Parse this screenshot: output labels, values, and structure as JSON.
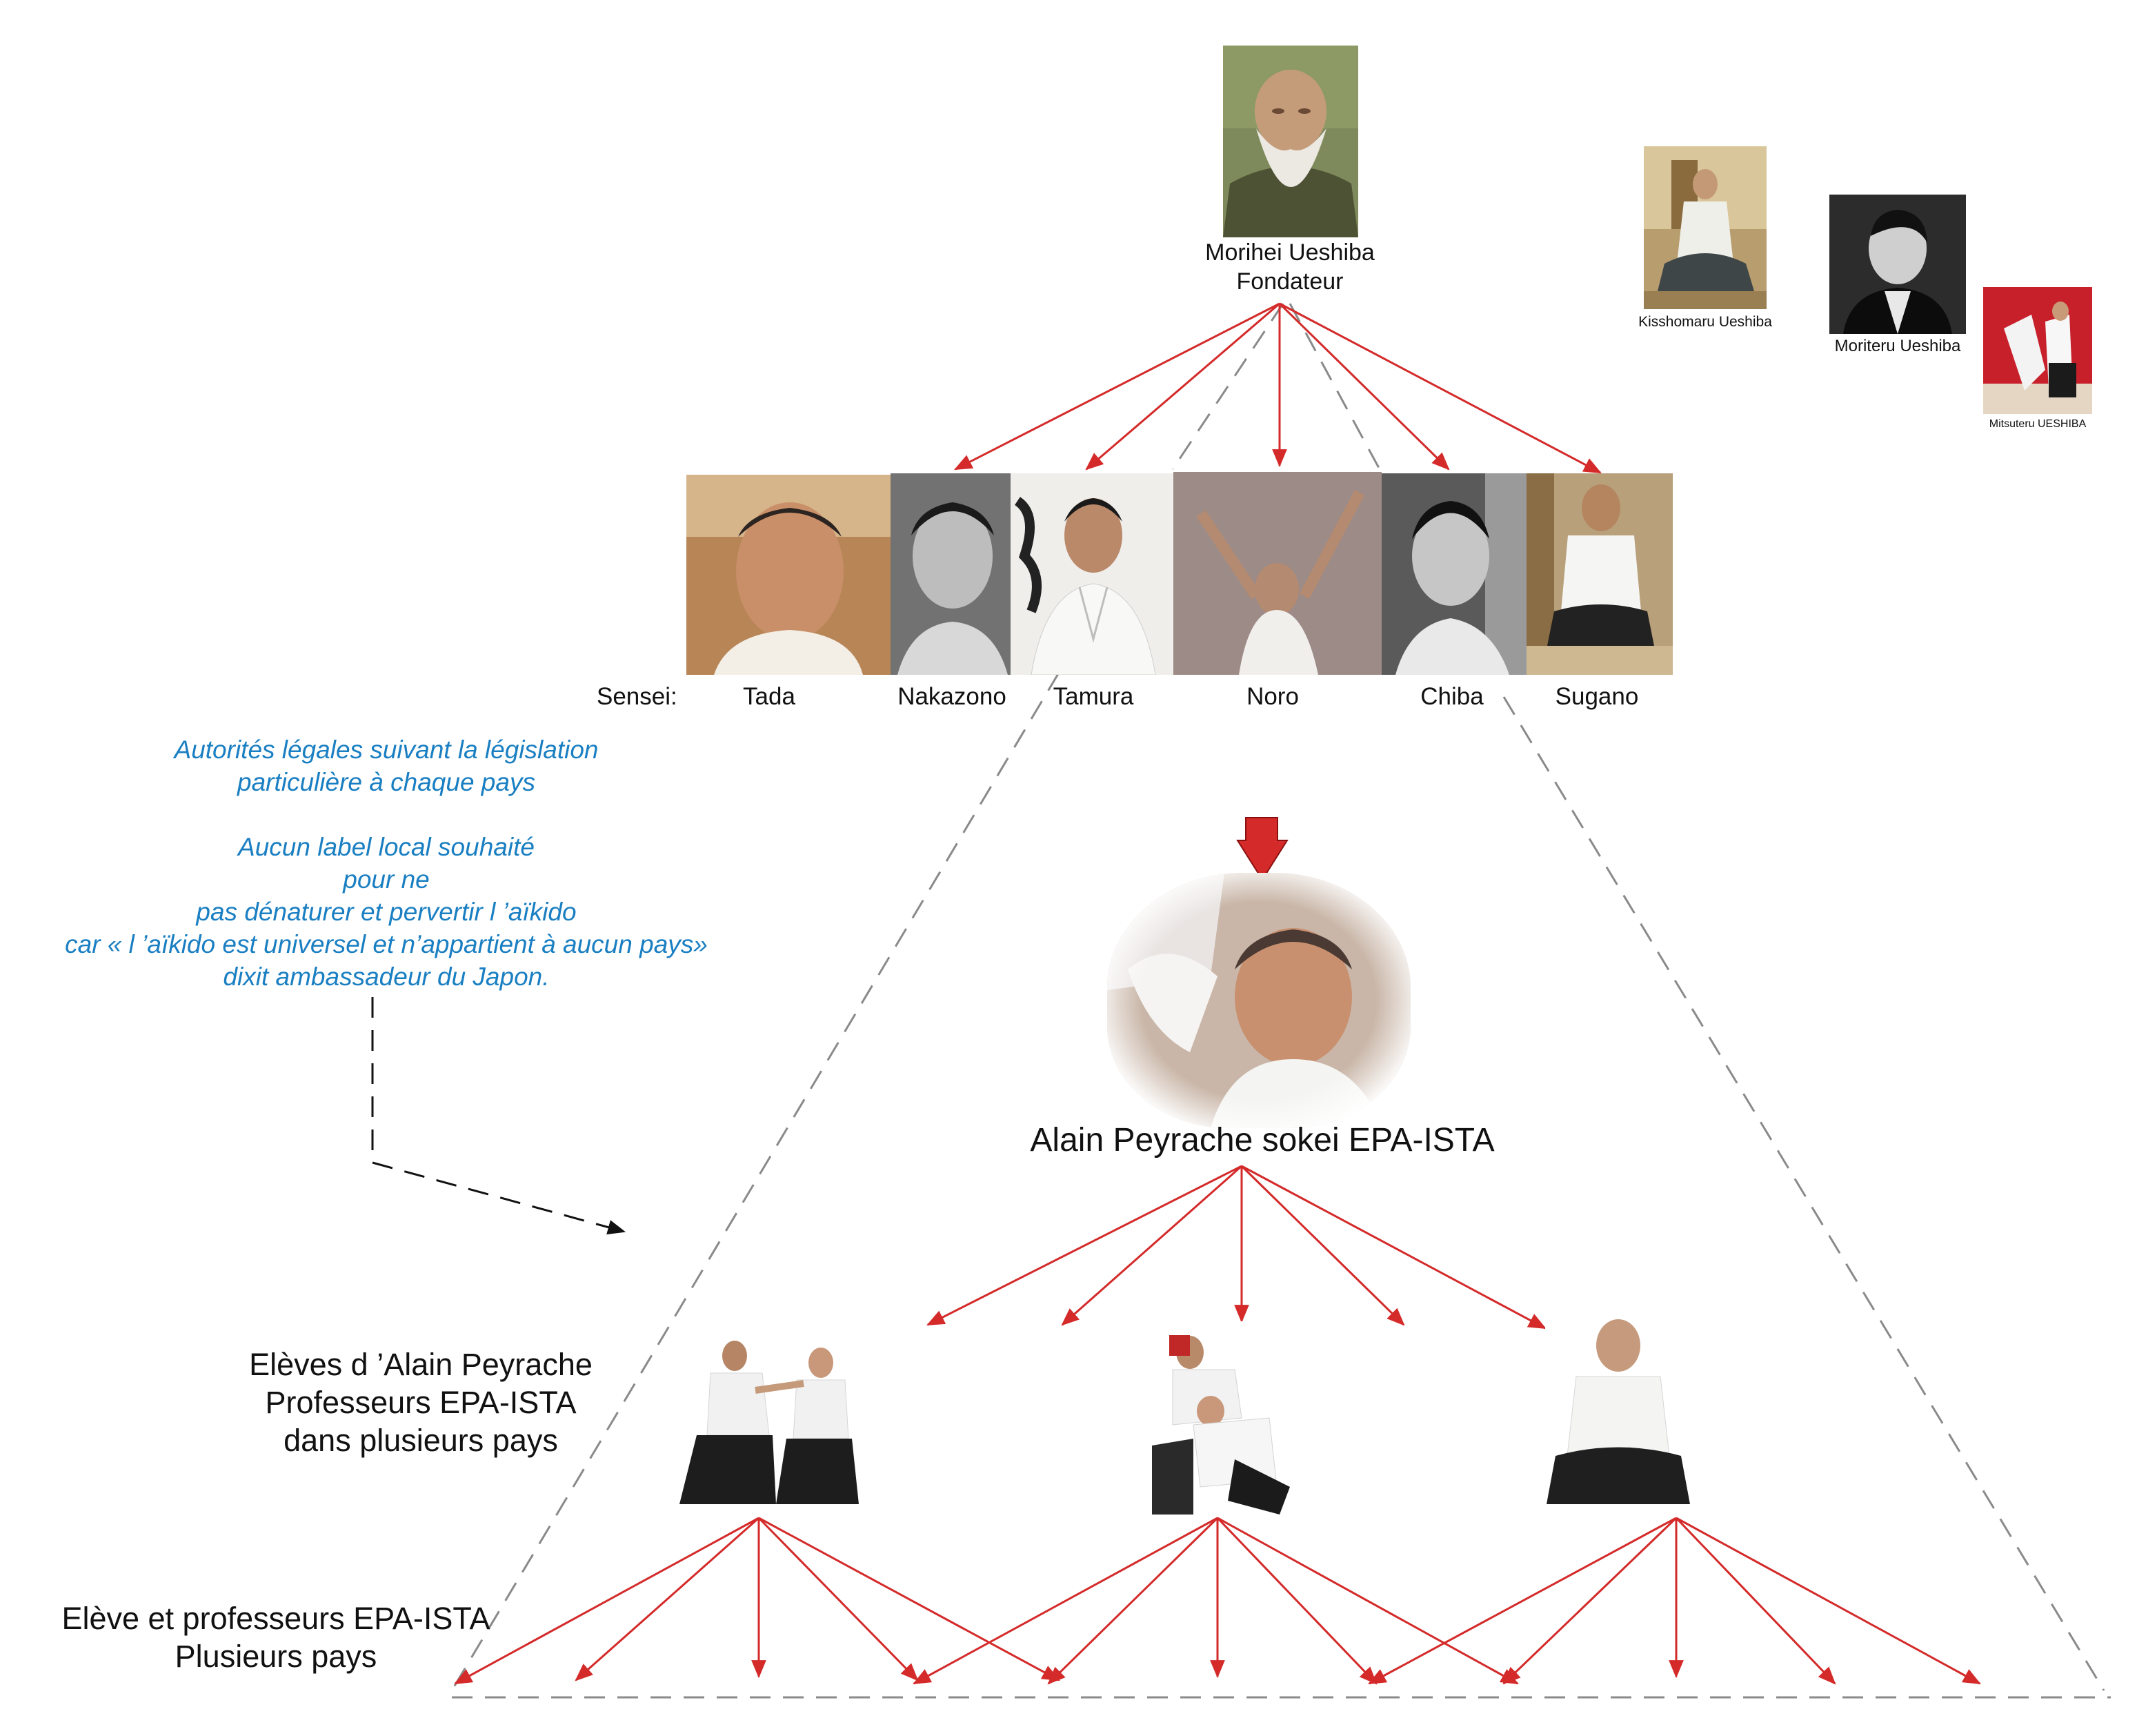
{
  "founder": {
    "name": "Morihei Ueshiba",
    "title": "Fondateur",
    "photo_icon": "founder-portrait"
  },
  "successors": [
    {
      "name": "Kisshomaru Ueshiba",
      "photo_icon": "portrait-seated"
    },
    {
      "name": "Moriteru Ueshiba",
      "photo_icon": "portrait-bw"
    },
    {
      "name": "Mitsuteru UESHIBA",
      "photo_icon": "aikido-throw-photo"
    }
  ],
  "sensei": {
    "prefix": "Sensei:",
    "names": [
      "Tada",
      "Nakazono",
      "Tamura",
      "Noro",
      "Chiba",
      "Sugano"
    ]
  },
  "note": {
    "lines": [
      "Autorités légales suivant la législation",
      "particulière à chaque pays",
      "",
      "Aucun  label local souhaité",
      "pour ne",
      "pas dénaturer  et pervertir l ’aïkido",
      "car « l ’aïkido est universel et n’appartient à aucun pays»",
      "dixit ambassadeur du Japon."
    ],
    "color": "#1a7fc2"
  },
  "master": {
    "name": "Alain Peyrache sokei EPA-ISTA",
    "photo_icon": "master-portrait"
  },
  "students_label": {
    "lines": [
      "Elèves d ’Alain Peyrache",
      "Professeurs EPA-ISTA",
      "dans plusieurs pays"
    ]
  },
  "students": [
    {
      "photo_icon": "students-technique-photo"
    },
    {
      "photo_icon": "students-throw-photo"
    },
    {
      "photo_icon": "student-meditation-photo"
    }
  ],
  "bottom_label": {
    "lines": [
      "Elève et professeurs EPA-ISTA",
      "Plusieurs pays"
    ]
  },
  "colors": {
    "arrow": "#d42a2a",
    "dashed": "#8a8a8a",
    "text": "#111111"
  }
}
